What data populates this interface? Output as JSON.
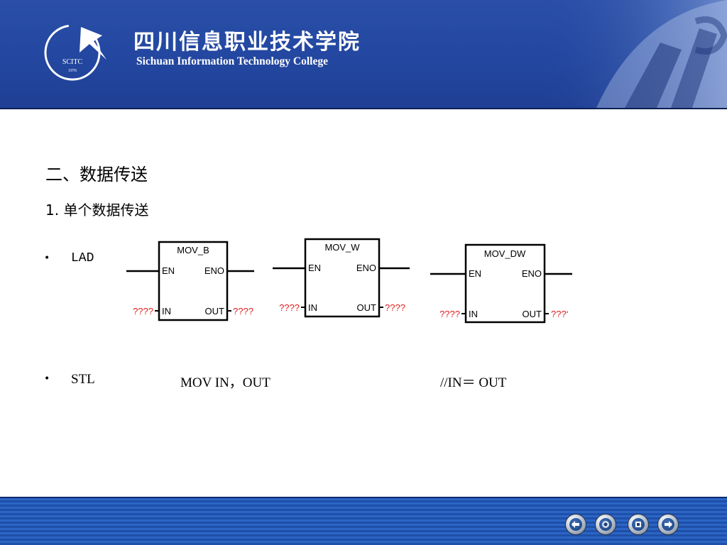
{
  "header": {
    "college_name_cn": "四川信息职业技术学院",
    "college_name_en": "Sichuan Information Technology College",
    "logo_text": "SCITC",
    "logo_year": "1976",
    "colors": {
      "banner": "#2347a0",
      "text": "#ffffff"
    }
  },
  "content": {
    "section_title": "二、数据传送",
    "subsection_title": "1. 单个数据传送",
    "bullet_lad": "•",
    "lad_label": "LAD",
    "bullet_stl": "•",
    "stl_label": "STL",
    "stl_instruction": "MOV IN，OUT",
    "stl_comment": "//IN＝ OUT"
  },
  "diagram": {
    "blocks": [
      {
        "name": "MOV_B",
        "en": "EN",
        "eno": "ENO",
        "in": "IN",
        "out": "OUT",
        "in_value": "????",
        "out_value": "????"
      },
      {
        "name": "MOV_W",
        "en": "EN",
        "eno": "ENO",
        "in": "IN",
        "out": "OUT",
        "in_value": "????",
        "out_value": "????"
      },
      {
        "name": "MOV_DW",
        "en": "EN",
        "eno": "ENO",
        "in": "IN",
        "out": "OUT",
        "in_value": "????",
        "out_value": "???‘"
      }
    ],
    "colors": {
      "line": "#000000",
      "operand": "#e02020"
    }
  },
  "footer": {
    "nav_buttons": [
      {
        "icon": "arrow-left-icon"
      },
      {
        "icon": "circle-home-icon"
      },
      {
        "icon": "square-stop-icon"
      },
      {
        "icon": "arrow-right-icon"
      }
    ],
    "colors": {
      "bar": "#2b66c6"
    }
  }
}
